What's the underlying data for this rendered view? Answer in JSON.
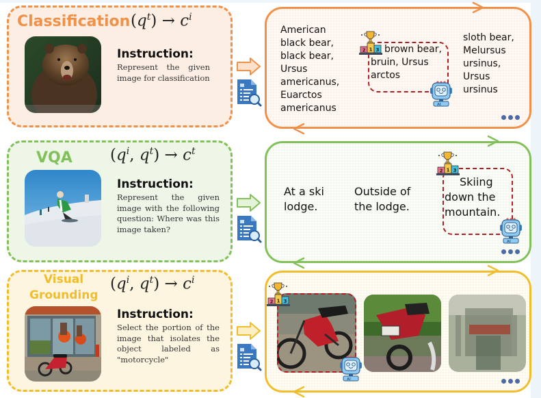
{
  "tasks": [
    {
      "id": "classification",
      "title": "Classification",
      "formula": {
        "open": "(",
        "args": [
          {
            "base": "q",
            "sup": "t"
          }
        ],
        "close": ")",
        "arrow": "→",
        "out": {
          "base": "c",
          "sup": "i"
        }
      },
      "instruction_heading": "Instruction:",
      "instruction_text": "Represent the given image for classification",
      "image_alt": "brown bear photo",
      "color": "#f0914a",
      "candidates": [
        {
          "text": "American black bear, black bear, Ursus americanus, Euarctos americanus",
          "best": false
        },
        {
          "text": "brown bear, bruin, Ursus arctos",
          "best": true
        },
        {
          "text": "sloth bear, Melursus ursinus, Ursus ursinus",
          "best": false
        }
      ]
    },
    {
      "id": "vqa",
      "title": "VQA",
      "formula": {
        "open": "(",
        "args": [
          {
            "base": "q",
            "sup": "i"
          },
          {
            "base": "q",
            "sup": "t"
          }
        ],
        "close": ")",
        "arrow": "→",
        "out": {
          "base": "c",
          "sup": "t"
        }
      },
      "instruction_heading": "Instruction:",
      "instruction_text": "Represent the given image with the following question: Where was this image taken?",
      "image_alt": "snowboarder on a snowy slope",
      "color": "#82c05a",
      "candidates": [
        {
          "text": "At a ski lodge.",
          "best": false
        },
        {
          "text": "Outside of the lodge.",
          "best": false
        },
        {
          "text": "Skiing down the mountain.",
          "best": true
        }
      ]
    },
    {
      "id": "visual-grounding",
      "title": "Visual Grounding",
      "title_lines": [
        "Visual",
        "Grounding"
      ],
      "formula": {
        "open": "(",
        "args": [
          {
            "base": "q",
            "sup": "i"
          },
          {
            "base": "q",
            "sup": "t"
          }
        ],
        "close": ")",
        "arrow": "→",
        "out": {
          "base": "c",
          "sup": "i"
        }
      },
      "instruction_heading": "Instruction:",
      "instruction_text": "Select the portion of the image that isolates the object labeled as \"motorcycle\"",
      "image_alt": "storefront with red motorcycle parked outside",
      "color": "#f2bd2a",
      "candidates": [
        {
          "text": "red motorcycle crop",
          "best": true
        },
        {
          "text": "motorcycle rear with license plate",
          "best": false
        },
        {
          "text": "blurry motorcycle crop",
          "best": false
        }
      ]
    }
  ],
  "icons": {
    "hint_arrow": "right-arrow-icon",
    "retrieval": "document-search-icon",
    "rank": "podium-trophy-icon",
    "model": "ai-robot-icon",
    "more": "ellipsis-icon"
  },
  "podium_labels": [
    "2",
    "1",
    "3"
  ],
  "robot_label": "AI",
  "colors": {
    "best_highlight": "#b01e24",
    "dots": "#4a6aa8"
  }
}
